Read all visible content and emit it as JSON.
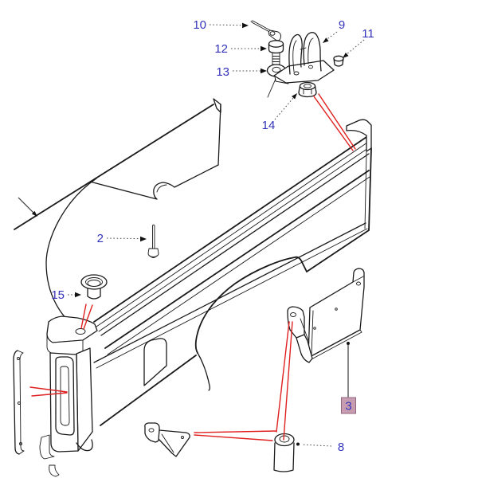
{
  "diagram": {
    "kind": "exploded-parts-line-drawing",
    "colors": {
      "line": "#1a1a1a",
      "red_leader": "#e02020",
      "label_blue": "#3434bb",
      "highlight_fill": "#c89cb0",
      "highlight_border": "#93687f",
      "background": "#ffffff"
    },
    "callouts": [
      {
        "number": "10",
        "leader": "dotted-arrow",
        "highlighted": false
      },
      {
        "number": "12",
        "leader": "dotted-arrow",
        "highlighted": false
      },
      {
        "number": "13",
        "leader": "dotted-arrow",
        "highlighted": false
      },
      {
        "number": "9",
        "leader": "dotted-arrow",
        "highlighted": false
      },
      {
        "number": "11",
        "leader": "dotted-arrow",
        "highlighted": false
      },
      {
        "number": "14",
        "leader": "dotted-arrow",
        "highlighted": false
      },
      {
        "number": "2",
        "leader": "dotted-arrow",
        "highlighted": false
      },
      {
        "number": "15",
        "leader": "dotted-arrow",
        "highlighted": false
      },
      {
        "number": "3",
        "leader": "solid-dot",
        "highlighted": true
      },
      {
        "number": "8",
        "leader": "dotted-dot",
        "highlighted": false
      }
    ]
  }
}
